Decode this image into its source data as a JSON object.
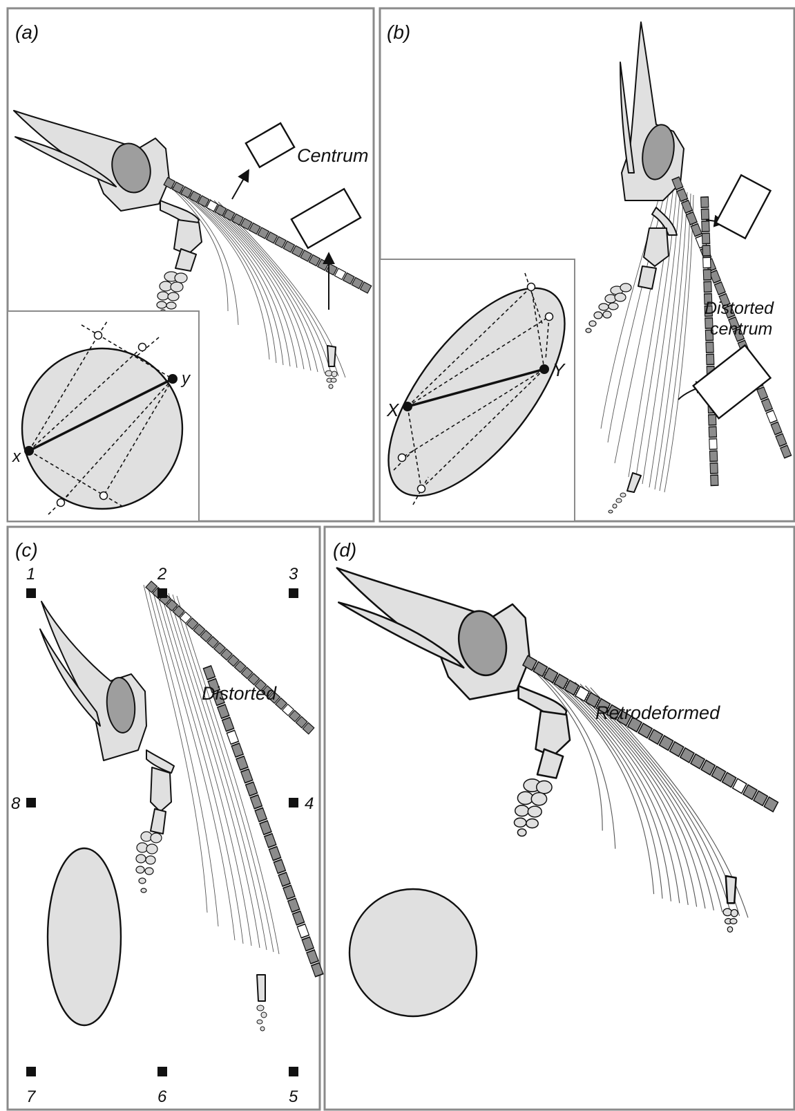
{
  "panels": {
    "a": {
      "label": "(a)",
      "centrum_label": "Centrum",
      "point_x_label": "x",
      "point_y_label": "y"
    },
    "b": {
      "label": "(b)",
      "distorted_centrum_label_line1": "Distorted",
      "distorted_centrum_label_line2": "centrum",
      "point_x_label": "X",
      "point_y_label": "Y"
    },
    "c": {
      "label": "(c)",
      "state_label": "Distorted",
      "markers": [
        "1",
        "2",
        "3",
        "4",
        "5",
        "6",
        "7",
        "8"
      ]
    },
    "d": {
      "label": "(d)",
      "state_label": "Retrodeformed"
    }
  },
  "colors": {
    "bone_fill": "#e0e0e0",
    "orbit_fill": "#9e9e9e",
    "vertebra_fill": "#8c8c8c",
    "frame_stroke": "#8a8a8a"
  }
}
